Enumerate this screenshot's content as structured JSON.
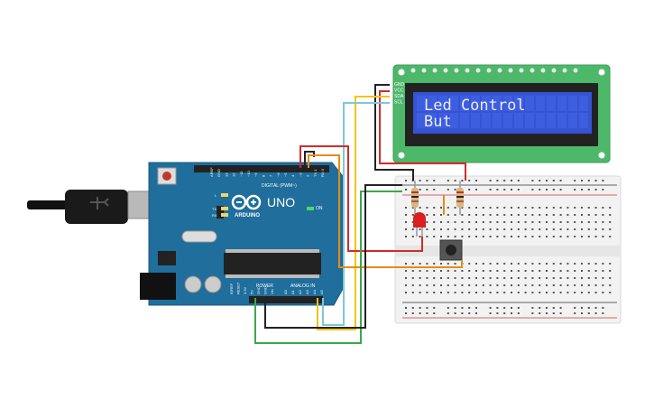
{
  "lcd": {
    "line1": "Led Control",
    "line2": "But",
    "pins": [
      "GND",
      "VCC",
      "SDA",
      "SCL"
    ]
  },
  "arduino": {
    "model": "UNO",
    "brand": "ARDUINO",
    "digital_label": "DIGITAL (PWM~)",
    "power_label": "POWER",
    "analog_label": "ANALOG IN",
    "on_label": "ON",
    "tx_label": "TX",
    "rx_label": "RX",
    "l_label": "L",
    "aref_label": "AREF",
    "gnd_label": "GND",
    "digital_pins": [
      "13",
      "12",
      "~11",
      "~10",
      "~9",
      "8",
      "7",
      "~6",
      "~5",
      "4",
      "~3",
      "2",
      "TX 1",
      "RX 0"
    ],
    "power_pins": [
      "IOREF",
      "RESET",
      "3.3V",
      "5V",
      "GND",
      "GND",
      "Vin"
    ],
    "analog_pins": [
      "A0",
      "A1",
      "A2",
      "A3",
      "A4",
      "A5"
    ]
  },
  "colors": {
    "board": "#1f6e9c",
    "lcd_pcb": "#4db86a",
    "lcd_screen": "#3554d4",
    "lcd_text": "#e8ecff",
    "breadboard": "#f2f2f2",
    "wire_red": "#d42a2a",
    "wire_black": "#222222",
    "wire_yellow": "#f0c419",
    "wire_cyan": "#7cc8d8",
    "wire_green": "#3aa84a",
    "wire_orange": "#e88a1a",
    "led": "#d92020"
  }
}
